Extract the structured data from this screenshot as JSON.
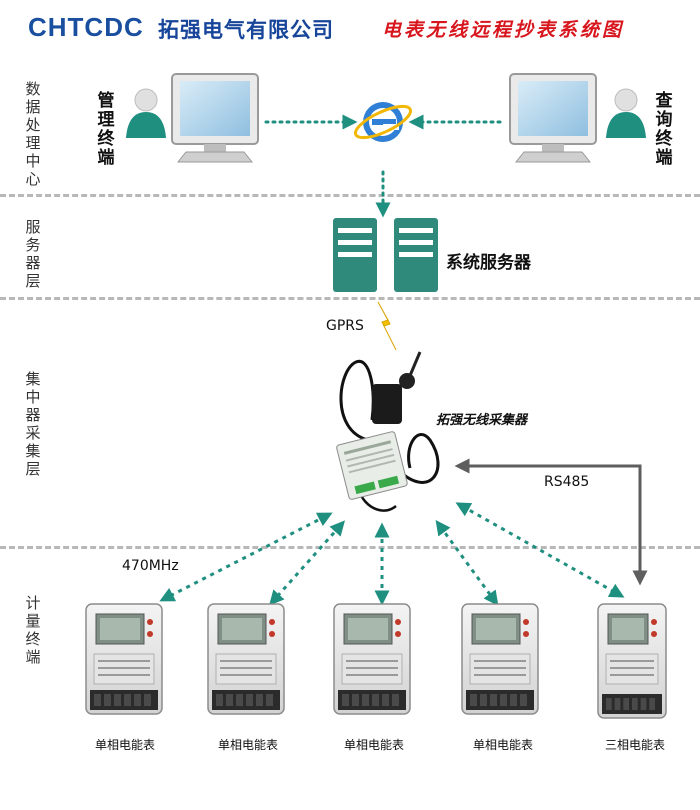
{
  "header": {
    "logo": "CHTCDC",
    "company": "拓强电气有限公司",
    "title": "电表无线远程抄表系统图"
  },
  "layers": [
    {
      "label": "数据处理中心"
    },
    {
      "label": "服务器层"
    },
    {
      "label": "集中器采集层"
    },
    {
      "label": "计量终端"
    }
  ],
  "nodes": {
    "admin_terminal": "管理终端",
    "query_terminal": "查询终端",
    "server": "系统服务器",
    "collector": "拓强无线采集器"
  },
  "links": {
    "gprs": "GPRS",
    "rs485": "RS485",
    "radio": "470MHz"
  },
  "meters": [
    {
      "label": "单相电能表"
    },
    {
      "label": "单相电能表"
    },
    {
      "label": "单相电能表"
    },
    {
      "label": "单相电能表"
    },
    {
      "label": "三相电能表"
    }
  ],
  "colors": {
    "accent_teal": "#1f8f80",
    "server_teal": "#2f8a7c",
    "arrow_gray": "#6a6a6a",
    "title_red": "#d8161e",
    "brand_blue": "#17459a"
  },
  "icons": {
    "browser": "internet-explorer-icon",
    "user": "user-icon",
    "antenna": "antenna-icon",
    "lightning": "lightning-icon"
  }
}
